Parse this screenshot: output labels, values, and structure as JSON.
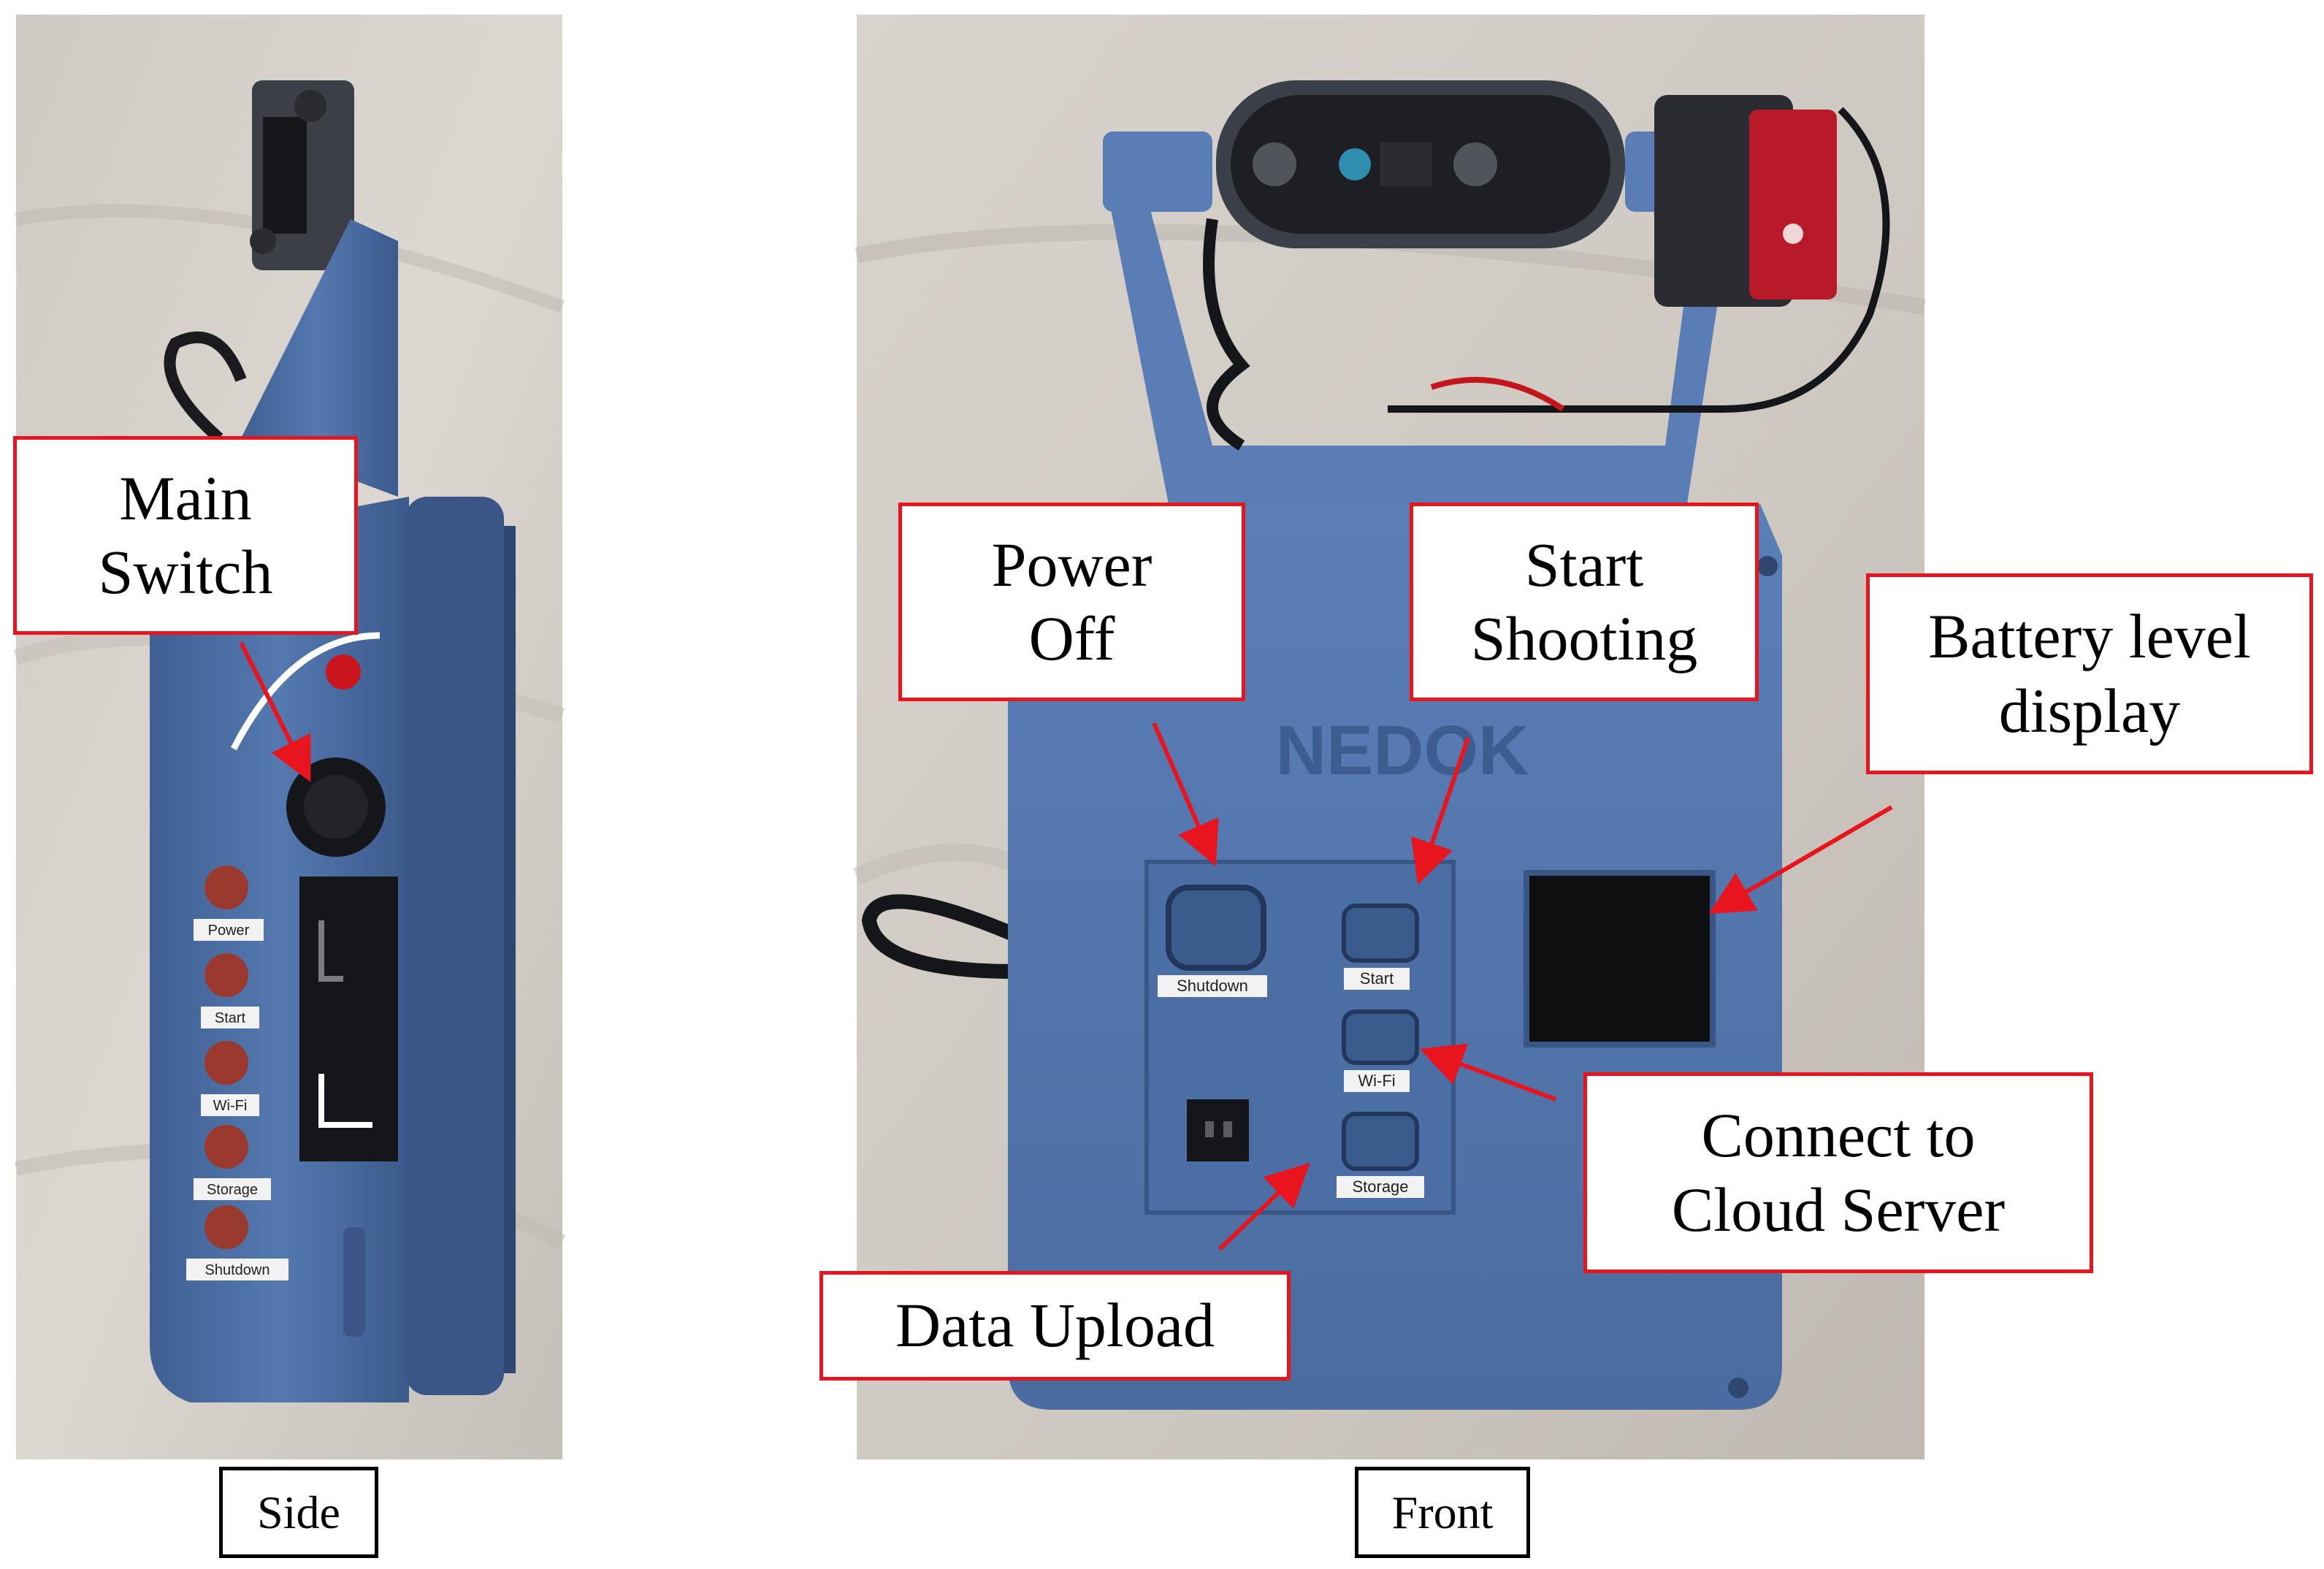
{
  "photos": {
    "side": {
      "caption": "Side",
      "callouts": [
        {
          "id": "main-switch",
          "label": "Main\nSwitch"
        }
      ],
      "button_labels": [
        "Power",
        "Start",
        "Wi-Fi",
        "Storage",
        "Shutdown"
      ]
    },
    "front": {
      "caption": "Front",
      "brand": "NEDOK",
      "button_labels": [
        "Shutdown",
        "Start",
        "Wi-Fi",
        "Storage"
      ],
      "callouts": [
        {
          "id": "power-off",
          "label": "Power\nOff"
        },
        {
          "id": "start-shooting",
          "label": "Start\nShooting"
        },
        {
          "id": "battery-level-display",
          "label": "Battery level\ndisplay"
        },
        {
          "id": "connect-cloud",
          "label": "Connect to\nCloud Server"
        },
        {
          "id": "data-upload",
          "label": "Data Upload"
        }
      ]
    }
  },
  "colors": {
    "callout_border": "#e8141e",
    "arrow": "#e8141e",
    "caption_border": "#000000",
    "device_body": "#4f73a8",
    "background_fabric": "#d6d2cc"
  }
}
